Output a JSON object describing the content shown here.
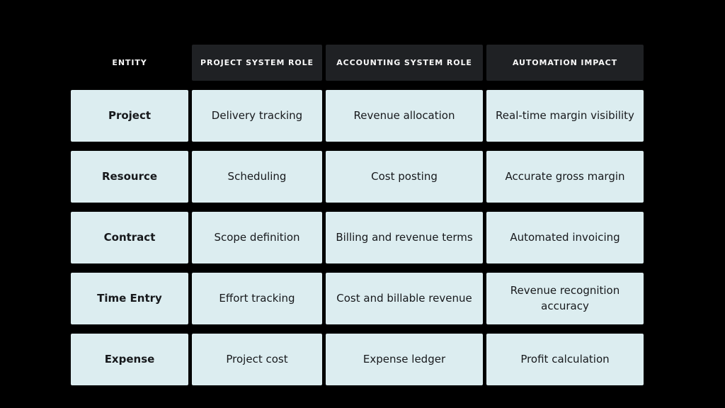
{
  "colors": {
    "background": "#000000",
    "header_cell_bg": "#1f2124",
    "header_text": "#fafafa",
    "data_cell_bg": "#dcedf0",
    "data_text": "#17191c"
  },
  "chart_data": {
    "type": "table",
    "title": "",
    "legend": false,
    "columns": [
      "ENTITY",
      "PROJECT SYSTEM ROLE",
      "ACCOUNTING SYSTEM ROLE",
      "AUTOMATION IMPACT"
    ],
    "rows": [
      [
        "Project",
        "Delivery tracking",
        "Revenue allocation",
        "Real-time margin visibility"
      ],
      [
        "Resource",
        "Scheduling",
        "Cost posting",
        "Accurate gross margin"
      ],
      [
        "Contract",
        "Scope definition",
        "Billing and revenue terms",
        "Automated invoicing"
      ],
      [
        "Time Entry",
        "Effort tracking",
        "Cost and billable revenue",
        "Revenue recognition accuracy"
      ],
      [
        "Expense",
        "Project cost",
        "Expense ledger",
        "Profit calculation"
      ]
    ]
  }
}
